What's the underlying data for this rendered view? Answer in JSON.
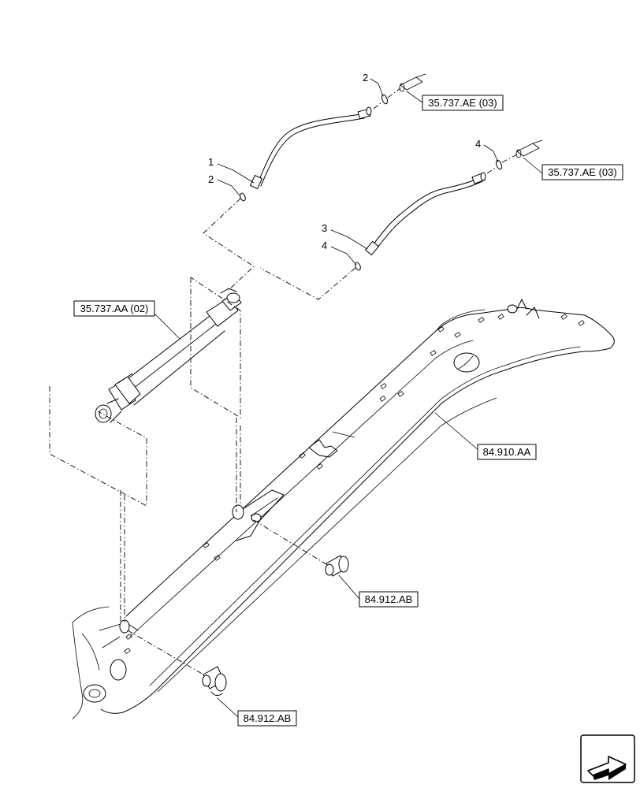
{
  "callouts": {
    "ref_hose_top": "35.737.AE (03)",
    "ref_hose_right": "35.737.AE (03)",
    "ref_cylinder": "35.737.AA (02)",
    "ref_boom": "84.910.AA",
    "ref_pin_upper": "84.912.AB",
    "ref_pin_lower": "84.912.AB"
  },
  "item_numbers": {
    "n1": "1",
    "n2a": "2",
    "n2b": "2",
    "n3": "3",
    "n4a": "4",
    "n4b": "4"
  },
  "icons": {
    "orientation": "arrow-orientation-icon"
  }
}
